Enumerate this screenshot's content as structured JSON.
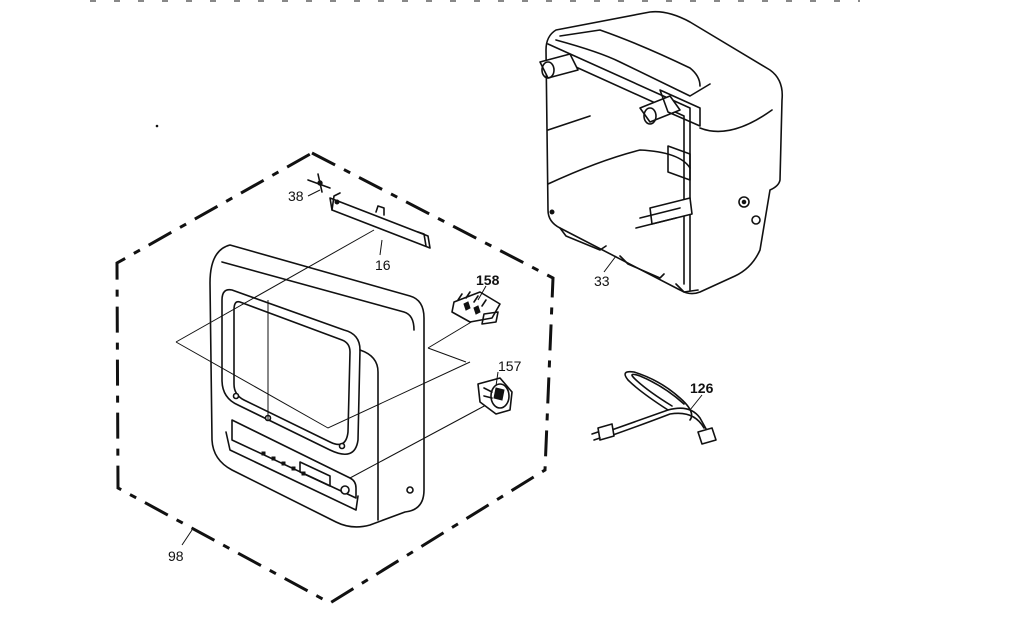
{
  "callouts": {
    "bracket": "38",
    "bracket_plate": "16",
    "connector_block": "158",
    "socket_holder": "157",
    "front_cabinet_assembly": "98",
    "rear_cabinet": "33",
    "power_cord": "126"
  }
}
